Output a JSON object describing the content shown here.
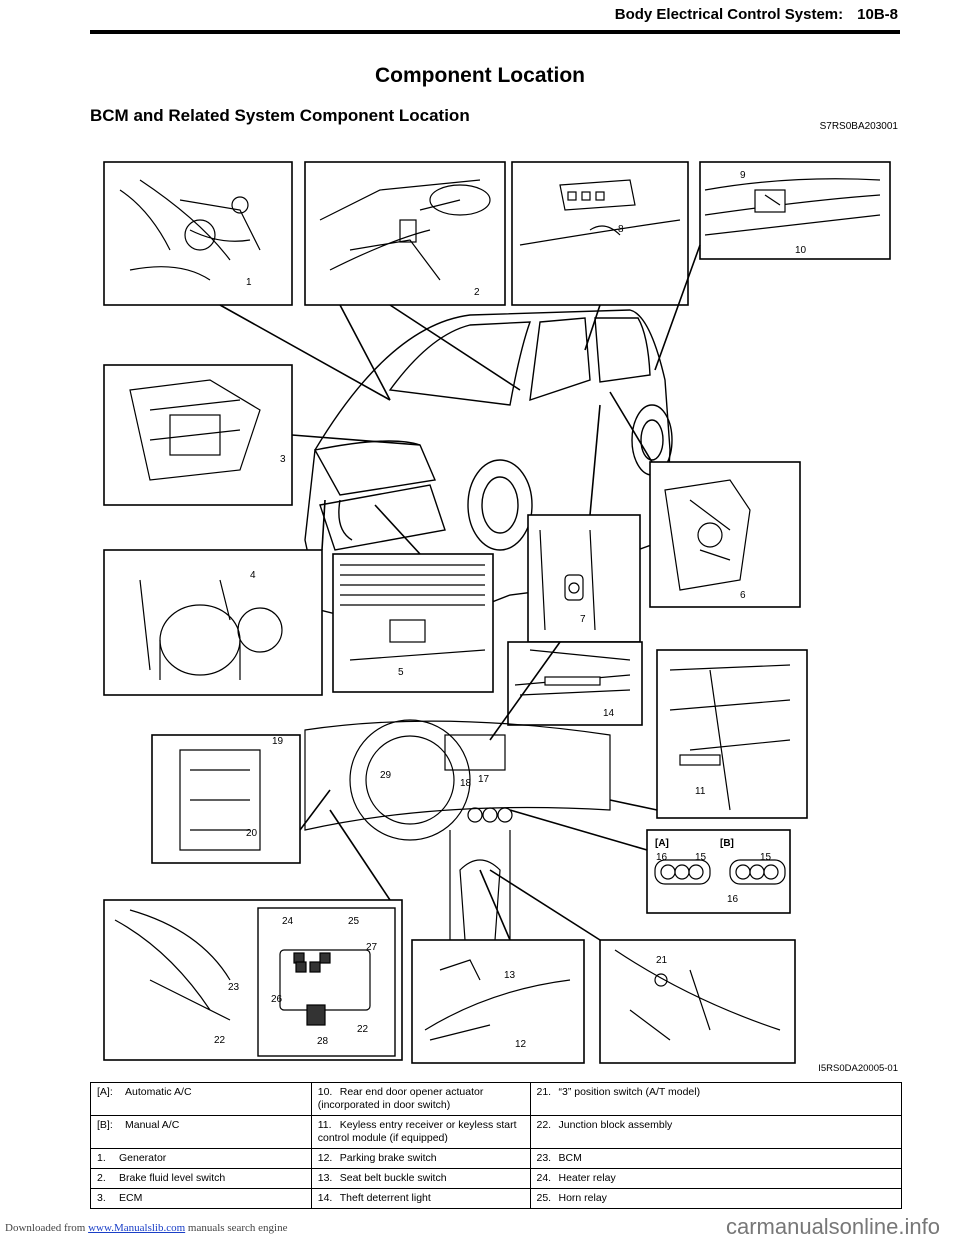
{
  "header": {
    "section": "Body Electrical Control System:",
    "page": "10B-8"
  },
  "title": "Component Location",
  "subtitle": "BCM and Related System Component Location",
  "section_code": "S7RS0BA203001",
  "figure_id": "I5RS0DA20005-01",
  "callouts": {
    "c1": "1",
    "c2": "2",
    "c3": "3",
    "c4": "4",
    "c5": "5",
    "c6": "6",
    "c7": "7",
    "c8": "8",
    "c9": "9",
    "c10": "10",
    "c11": "11",
    "c12": "12",
    "c13": "13",
    "c14": "14",
    "c15a": "15",
    "c15b": "15",
    "c16a": "16",
    "c16b": "16",
    "c17": "17",
    "c18": "18",
    "c19": "19",
    "c20": "20",
    "c21": "21",
    "c22a": "22",
    "c22b": "22",
    "c23": "23",
    "c24": "24",
    "c25": "25",
    "c26": "26",
    "c27": "27",
    "c28": "28",
    "c29": "29",
    "lA": "[A]",
    "lB": "[B]"
  },
  "legend": {
    "rows": [
      [
        {
          "num": "[A]:",
          "text": "Automatic A/C"
        },
        {
          "num": "10.",
          "text": "Rear end door opener actuator (incorporated in door switch)"
        },
        {
          "num": "21.",
          "text": "“3” position switch (A/T model)"
        }
      ],
      [
        {
          "num": "[B]:",
          "text": "Manual A/C"
        },
        {
          "num": "11.",
          "text": "Keyless entry receiver or keyless start control module (if equipped)"
        },
        {
          "num": "22.",
          "text": "Junction block assembly"
        }
      ],
      [
        {
          "num": "1.",
          "text": "Generator"
        },
        {
          "num": "12.",
          "text": "Parking brake switch"
        },
        {
          "num": "23.",
          "text": "BCM"
        }
      ],
      [
        {
          "num": "2.",
          "text": "Brake fluid level switch"
        },
        {
          "num": "13.",
          "text": "Seat belt buckle switch"
        },
        {
          "num": "24.",
          "text": "Heater relay"
        }
      ],
      [
        {
          "num": "3.",
          "text": "ECM"
        },
        {
          "num": "14.",
          "text": "Theft deterrent light"
        },
        {
          "num": "25.",
          "text": "Horn relay"
        }
      ]
    ]
  },
  "footer": {
    "prefix": "Downloaded from ",
    "link": "www.Manualslib.com",
    "suffix": " manuals search engine",
    "watermark": "carmanualsonline.info"
  }
}
